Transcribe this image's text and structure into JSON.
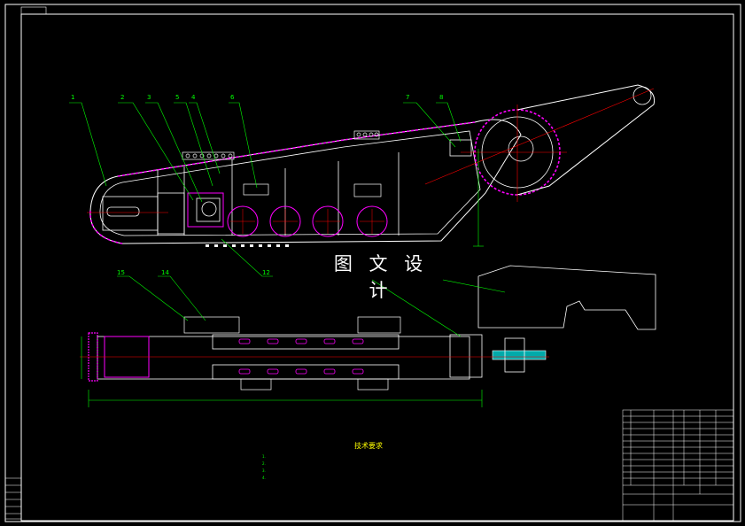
{
  "watermark": "图 文 设 计",
  "corner_tag": "",
  "leaders": [
    {
      "label": "1"
    },
    {
      "label": "2"
    },
    {
      "label": "3"
    },
    {
      "label": "5"
    },
    {
      "label": "4"
    },
    {
      "label": "6"
    },
    {
      "label": "7"
    },
    {
      "label": "8"
    },
    {
      "label": "12"
    },
    {
      "label": "15"
    },
    {
      "label": "14"
    }
  ],
  "notes": {
    "title": "技术要求",
    "lines": [
      "1.",
      "2.",
      "3.",
      "4."
    ]
  },
  "title_block": {
    "title": "",
    "drawing_no": ""
  },
  "colors": {
    "frame": "#ffffff",
    "part": "#ffffff",
    "leader": "#00ff00",
    "dim": "#00ff00",
    "hatch": "#ff00ff",
    "axis": "#ff0000",
    "text": "#ffff00"
  }
}
